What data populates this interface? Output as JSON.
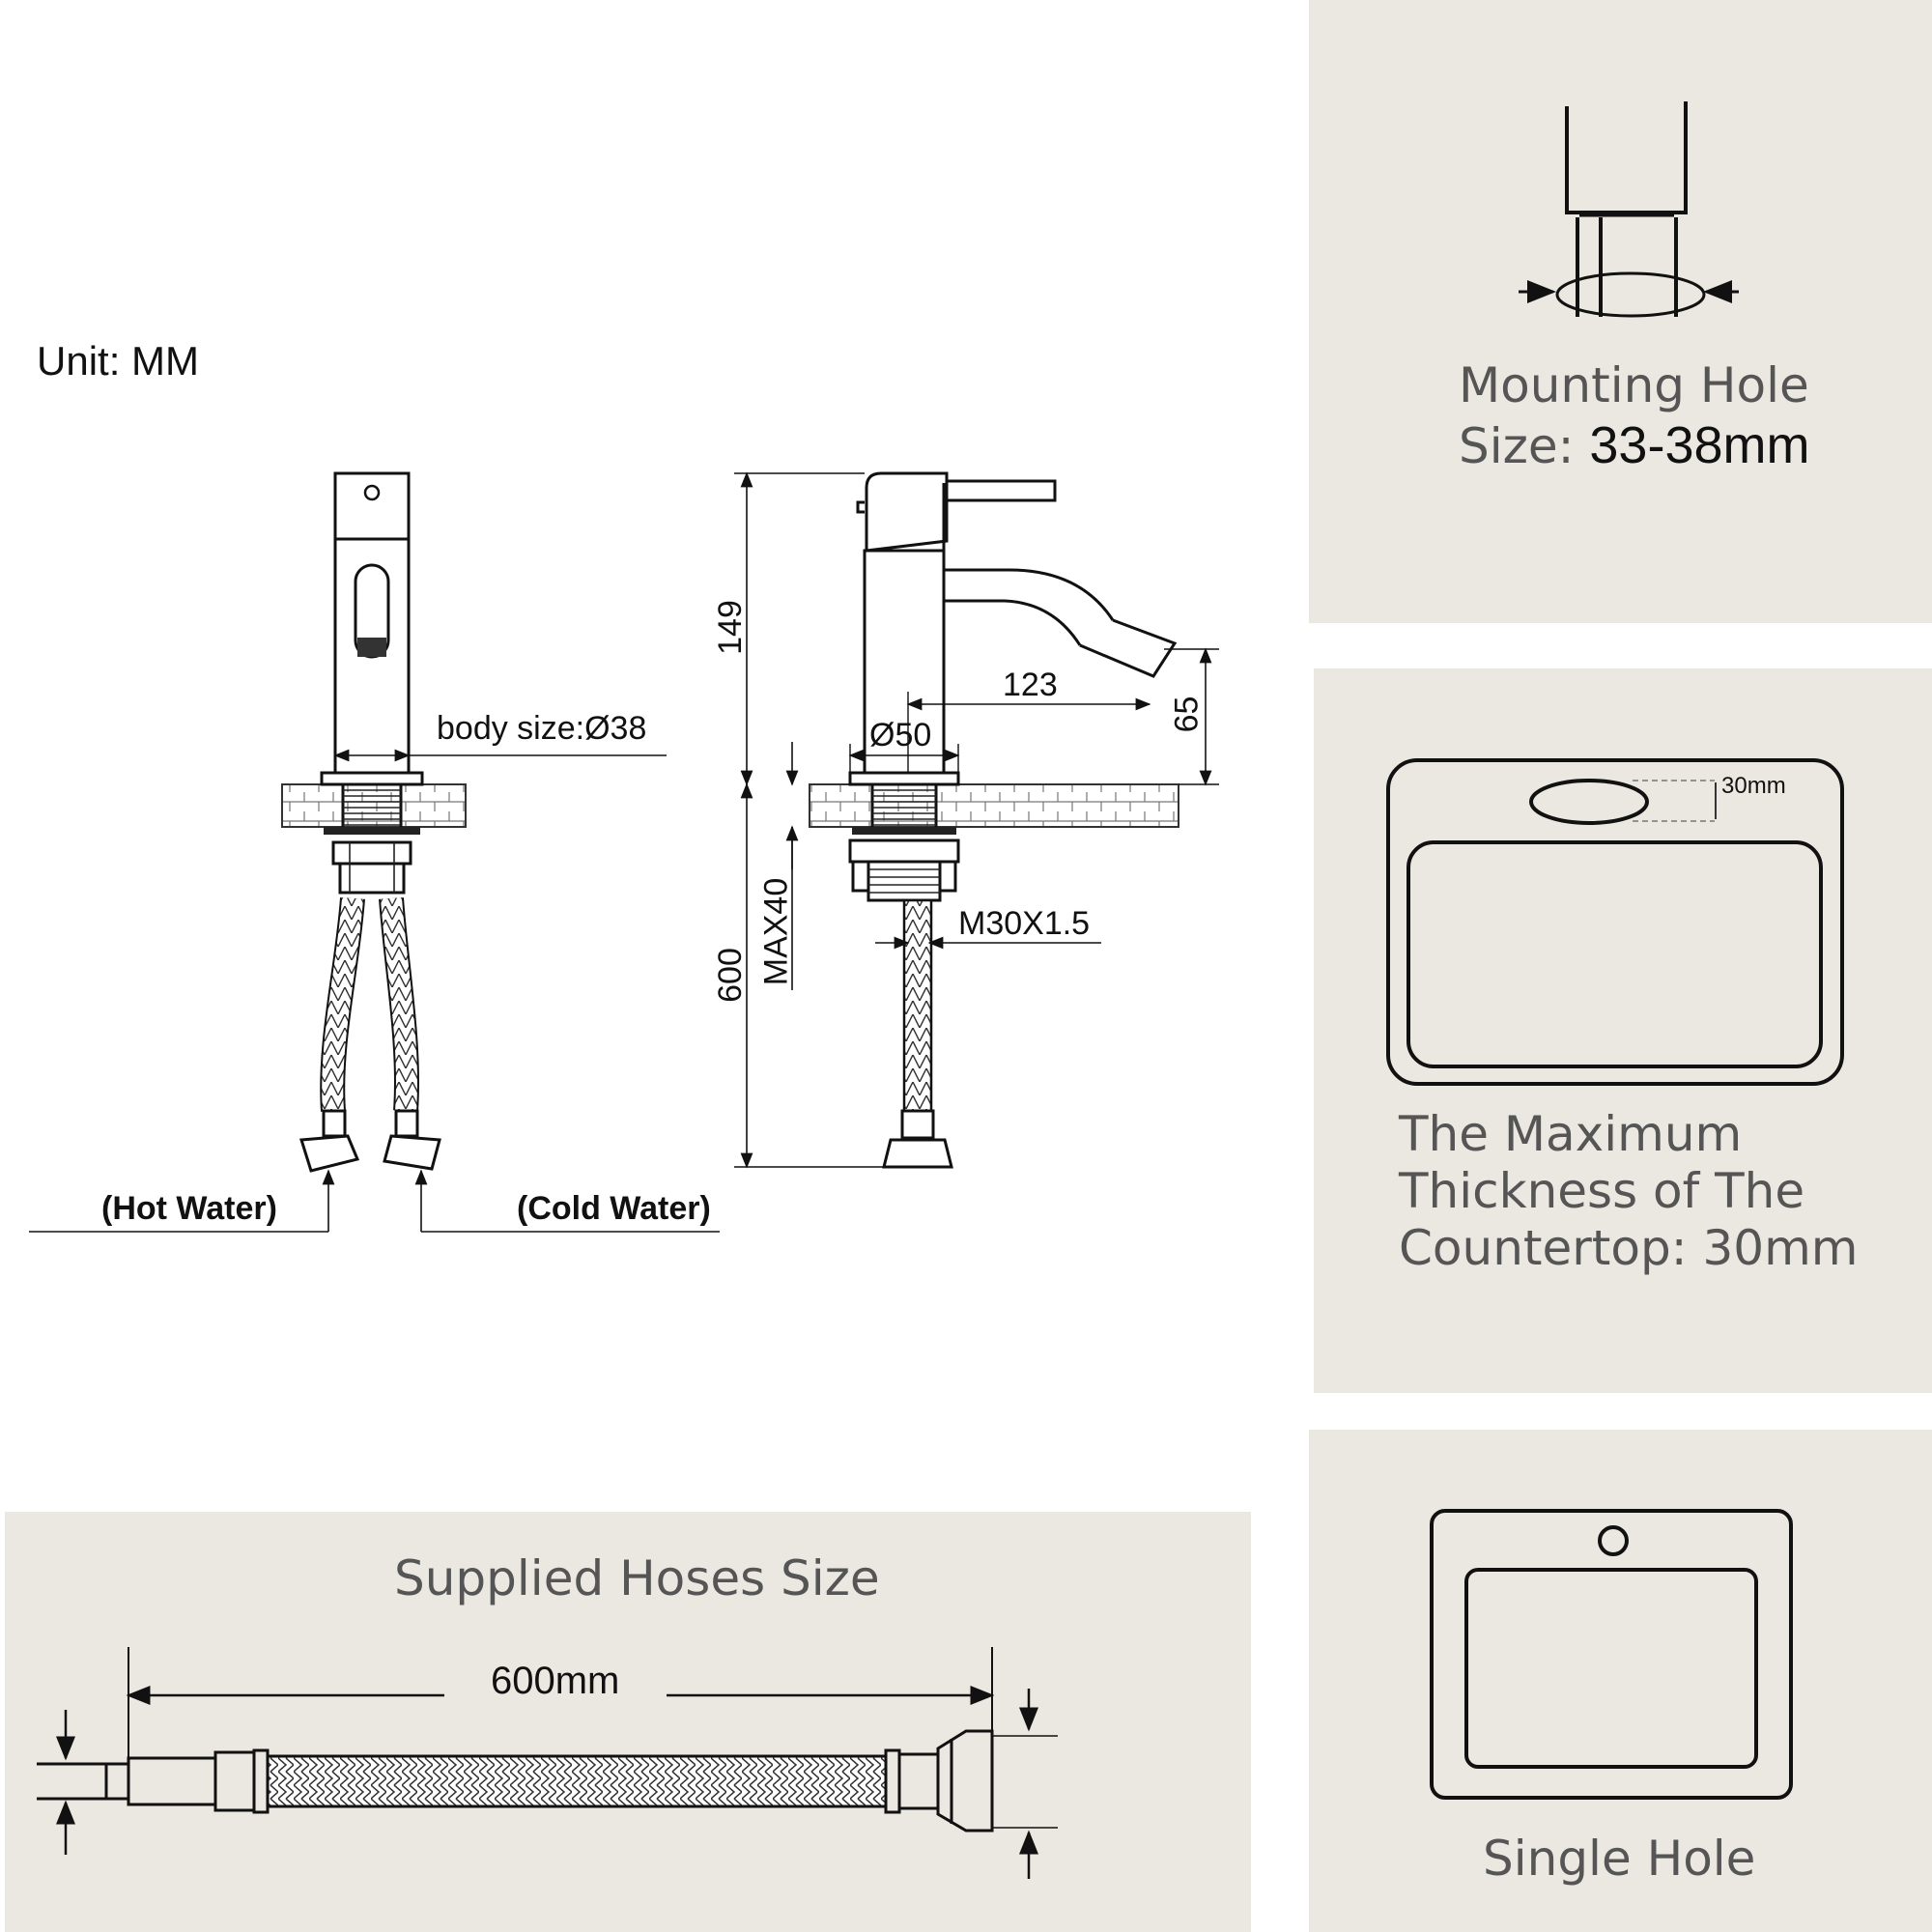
{
  "unit_label": "Unit: MM",
  "front_view": {
    "body_size_label": "body size:Ø38",
    "hot_water_label": "(Hot Water)",
    "cold_water_label": "(Cold Water)"
  },
  "side_view": {
    "height_label": "149",
    "spout_reach_label": "123",
    "spout_height_label": "65",
    "base_diameter_label": "Ø50",
    "hose_length_label": "600",
    "max_thickness_label": "MAX40",
    "thread_label": "M30X1.5"
  },
  "mounting_hole_panel": {
    "line1": "Mounting Hole",
    "line2_prefix": "Size:",
    "line2_value": "33-38mm"
  },
  "countertop_panel": {
    "small_label": "30mm",
    "line1": "The Maximum",
    "line2": "Thickness of The",
    "line3": "Countertop: 30mm"
  },
  "single_hole_panel": {
    "label": "Single Hole"
  },
  "hoses_panel": {
    "title": "Supplied Hoses Size",
    "length_label": "600mm"
  }
}
